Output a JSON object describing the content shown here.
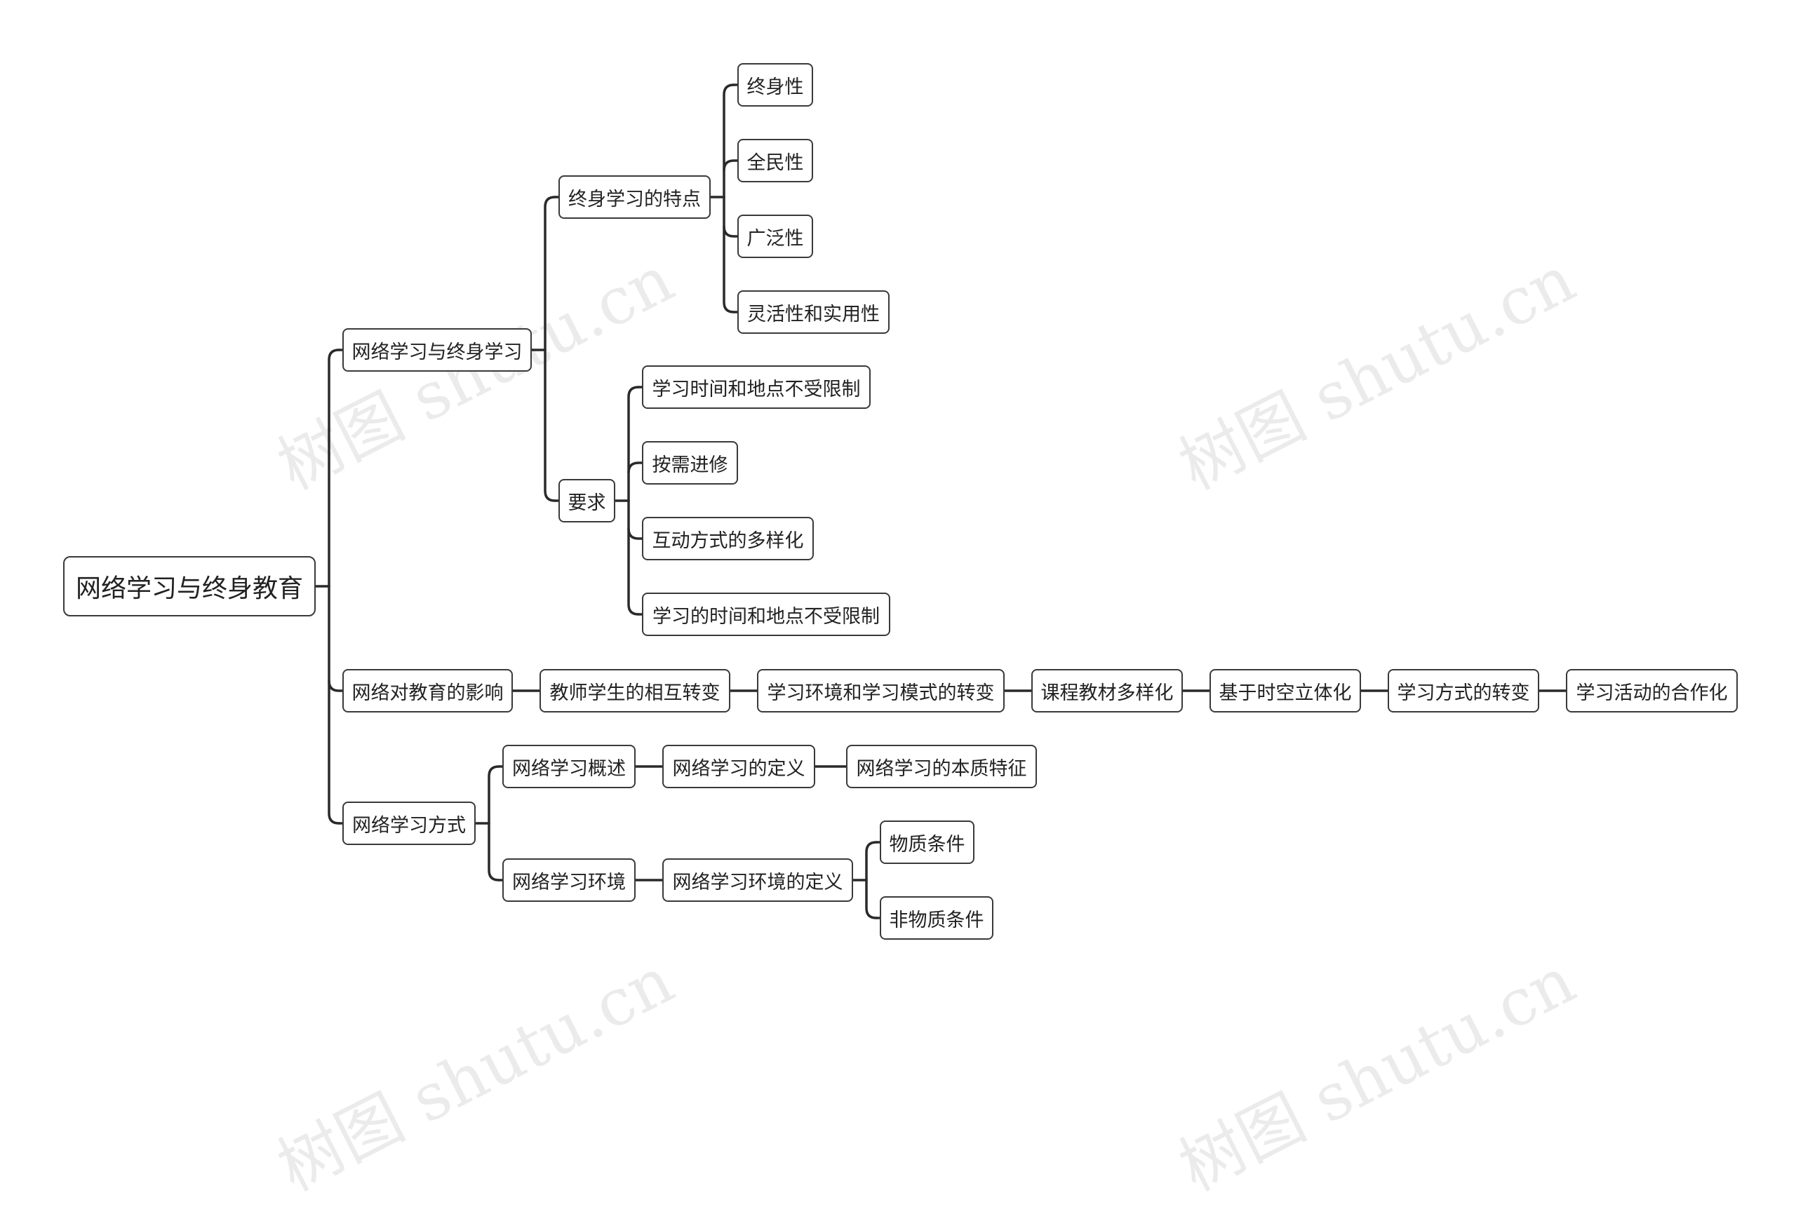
{
  "watermark": "树图 shutu.cn",
  "colors": {
    "line": "#2a2a2a",
    "border": "#3a3a3a",
    "text": "#222222",
    "background": "#ffffff"
  },
  "mindmap": {
    "root": "网络学习与终身教育",
    "branch1": {
      "label": "网络学习与终身学习",
      "features": {
        "label": "终身学习的特点",
        "items": [
          "终身性",
          "全民性",
          "广泛性",
          "灵活性和实用性"
        ]
      },
      "requirements": {
        "label": "要求",
        "items": [
          "学习时间和地点不受限制",
          "按需进修",
          "互动方式的多样化",
          "学习的时间和地点不受限制"
        ]
      }
    },
    "branch2": {
      "label": "网络对教育的影响",
      "chain": [
        "教师学生的相互转变",
        "学习环境和学习模式的转变",
        "课程教材多样化",
        "基于时空立体化",
        "学习方式的转变",
        "学习活动的合作化"
      ]
    },
    "branch3": {
      "label": "网络学习方式",
      "overview": {
        "label": "网络学习概述",
        "chain": [
          "网络学习的定义",
          "网络学习的本质特征"
        ]
      },
      "environment": {
        "label": "网络学习环境",
        "definition": "网络学习环境的定义",
        "items": [
          "物质条件",
          "非物质条件"
        ]
      }
    }
  }
}
